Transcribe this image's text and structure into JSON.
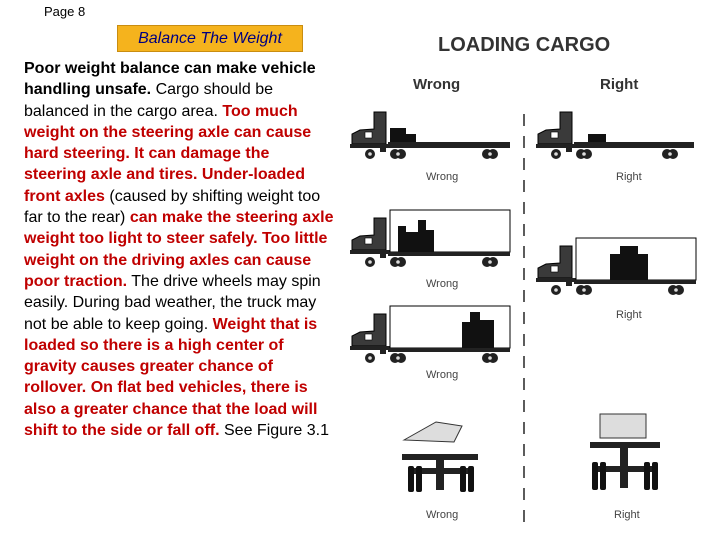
{
  "page": {
    "label": "Page 8"
  },
  "title": "Balance The Weight",
  "body": {
    "segments": [
      {
        "text": "Poor weight balance can make vehicle handling unsafe.",
        "style": "bk"
      },
      {
        "text": " Cargo should be balanced in the cargo area.",
        "style": "normal"
      },
      {
        "text": " Too much weight on the steering axle can cause hard steering. It can damage the steering axle and tires. Under-loaded front axles",
        "style": "red"
      },
      {
        "text": " (caused by shifting weight too far to the rear)",
        "style": "normal"
      },
      {
        "text": " can make the steering axle weight too light to steer safely. Too little weight on the driving axles can cause poor traction.",
        "style": "red"
      },
      {
        "text": " The drive wheels may spin easily. During bad weather, the truck may not be able to keep going.",
        "style": "normal"
      },
      {
        "text": " Weight that is loaded so there is a high center of gravity causes greater chance of rollover. On flat bed vehicles, there is also a greater chance that the load will shift to the side or fall off.",
        "style": "red"
      },
      {
        "text": " See Figure 3.1",
        "style": "normal"
      }
    ]
  },
  "figure": {
    "title": "LOADING CARGO",
    "header_wrong": "Wrong",
    "header_right": "Right",
    "captions": {
      "wrong_1": "Wrong",
      "right_1": "Right",
      "wrong_2": "Wrong",
      "right_2": "Right",
      "wrong_3": "Wrong",
      "wrong_4": "Wrong",
      "right_4": "Right"
    }
  }
}
